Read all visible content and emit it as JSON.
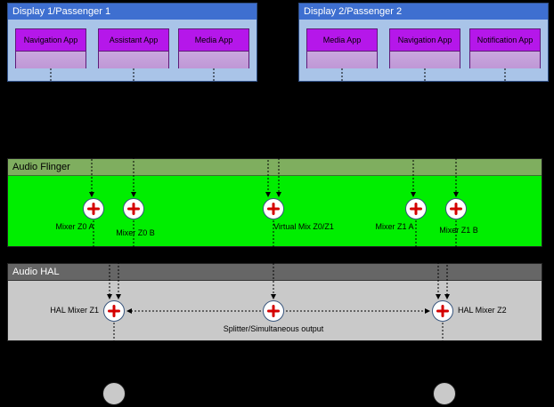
{
  "displays": [
    {
      "title": "Display 1/Passenger 1",
      "apps": [
        {
          "label": "Navigation App"
        },
        {
          "label": "Assistant App"
        },
        {
          "label": "Media App"
        }
      ]
    },
    {
      "title": "Display 2/Passenger 2",
      "apps": [
        {
          "label": "Media App"
        },
        {
          "label": "Navigation App"
        },
        {
          "label": "Notification App"
        }
      ]
    }
  ],
  "audio_flinger": {
    "title": "Audio Flinger",
    "mixers": [
      {
        "label": "Mixer Z0 A"
      },
      {
        "label": "Mixer Z0 B"
      },
      {
        "label": "Virtual Mix Z0/Z1"
      },
      {
        "label": "Mixer Z1 A"
      },
      {
        "label": "Mixer Z1 B"
      }
    ]
  },
  "audio_hal": {
    "title": "Audio HAL",
    "nodes": [
      {
        "label": "HAL Mixer Z1"
      },
      {
        "label": "Splitter/Simultaneous output"
      },
      {
        "label": "HAL Mixer Z2"
      }
    ]
  },
  "icons": {
    "mixer_node": "plus-icon",
    "output": "speaker-circle"
  },
  "colors": {
    "background": "#000000",
    "display_header": "#3e6fd0",
    "display_body": "#a9c4e8",
    "app_header": "#b517ea",
    "app_body": "#c6a3dc",
    "flinger_header": "#7fae5f",
    "flinger_body": "#00ee00",
    "hal_header": "#666666",
    "hal_body": "#c9c9c9",
    "mixer_plus": "#d40000"
  }
}
